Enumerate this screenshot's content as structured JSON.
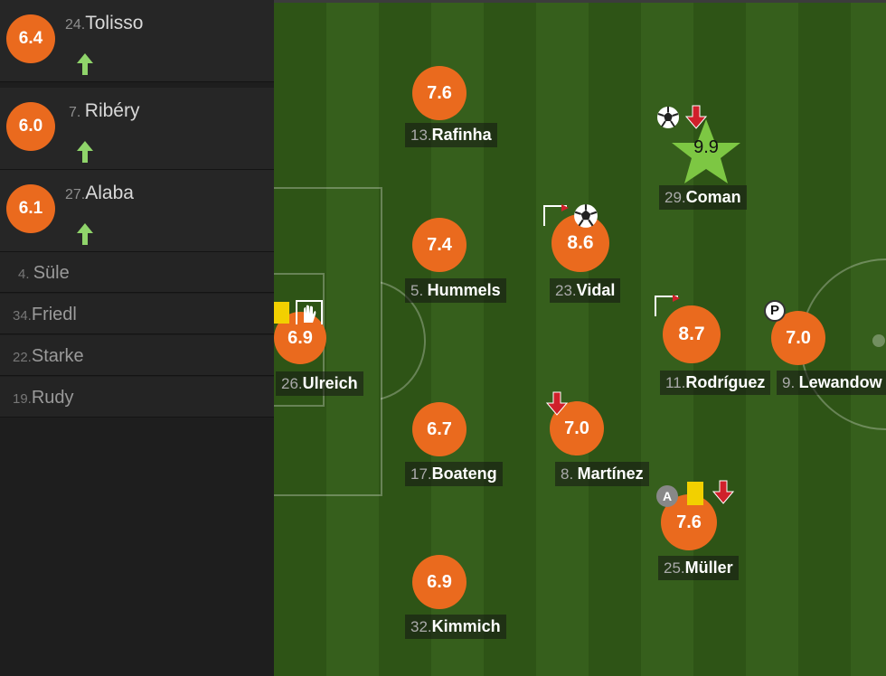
{
  "substitutes": [
    {
      "number": "24.",
      "name": "Tolisso",
      "rating": "6.4"
    },
    {
      "number": "7.",
      "name": "Ribéry",
      "rating": "6.0"
    },
    {
      "number": "27.",
      "name": "Alaba",
      "rating": "6.1"
    }
  ],
  "bench": [
    {
      "number": "4.",
      "name": "Süle"
    },
    {
      "number": "34.",
      "name": "Friedl"
    },
    {
      "number": "22.",
      "name": "Starke"
    },
    {
      "number": "19.",
      "name": "Rudy"
    }
  ],
  "players": {
    "rafinha": {
      "number": "13.",
      "name": "Rafinha",
      "rating": "7.6"
    },
    "coman": {
      "number": "29.",
      "name": "Coman",
      "rating": "9.9"
    },
    "hummels": {
      "number": "5.",
      "name": "Hummels",
      "rating": "7.4"
    },
    "vidal": {
      "number": "23.",
      "name": "Vidal",
      "rating": "8.6"
    },
    "ulreich": {
      "number": "26.",
      "name": "Ulreich",
      "rating": "6.9"
    },
    "rodriguez": {
      "number": "11.",
      "name": "Rodríguez",
      "rating": "8.7"
    },
    "lewandowski": {
      "number": "9.",
      "name": "Lewandow",
      "rating": "7.0"
    },
    "boateng": {
      "number": "17.",
      "name": "Boateng",
      "rating": "6.7"
    },
    "martinez": {
      "number": "8.",
      "name": "Martínez",
      "rating": "7.0"
    },
    "muller": {
      "number": "25.",
      "name": "Müller",
      "rating": "7.6"
    },
    "kimmich": {
      "number": "32.",
      "name": "Kimmich",
      "rating": "6.9"
    }
  },
  "icon_labels": {
    "assist": "A",
    "penalty": "P"
  },
  "colors": {
    "rating_bg": "#ea6a1e",
    "star": "#7dc743",
    "sub_in": "#8fd46a",
    "sub_out": "#d0202b",
    "yellow_card": "#f2d000"
  }
}
